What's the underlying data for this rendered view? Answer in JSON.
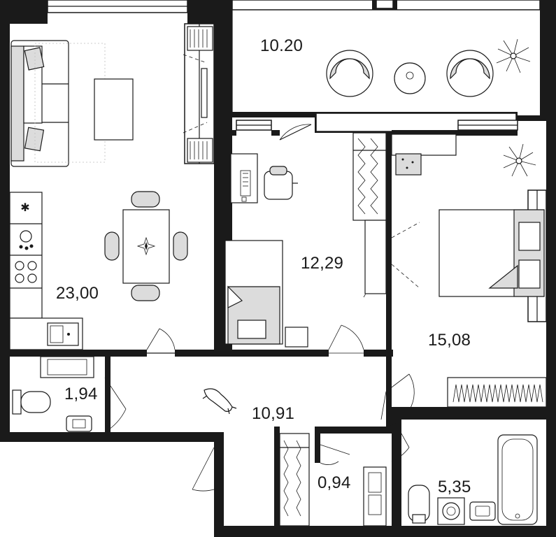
{
  "areas": {
    "balcony": "10.20",
    "living_kitchen": "23,00",
    "office": "12,29",
    "bedroom": "15,08",
    "wc": "1,94",
    "hall": "10,91",
    "closet": "0,94",
    "bathroom": "5,35"
  },
  "colors": {
    "wall": "#1a1a1a",
    "furniture_fill": "#dcdcdc",
    "background": "#ffffff"
  }
}
